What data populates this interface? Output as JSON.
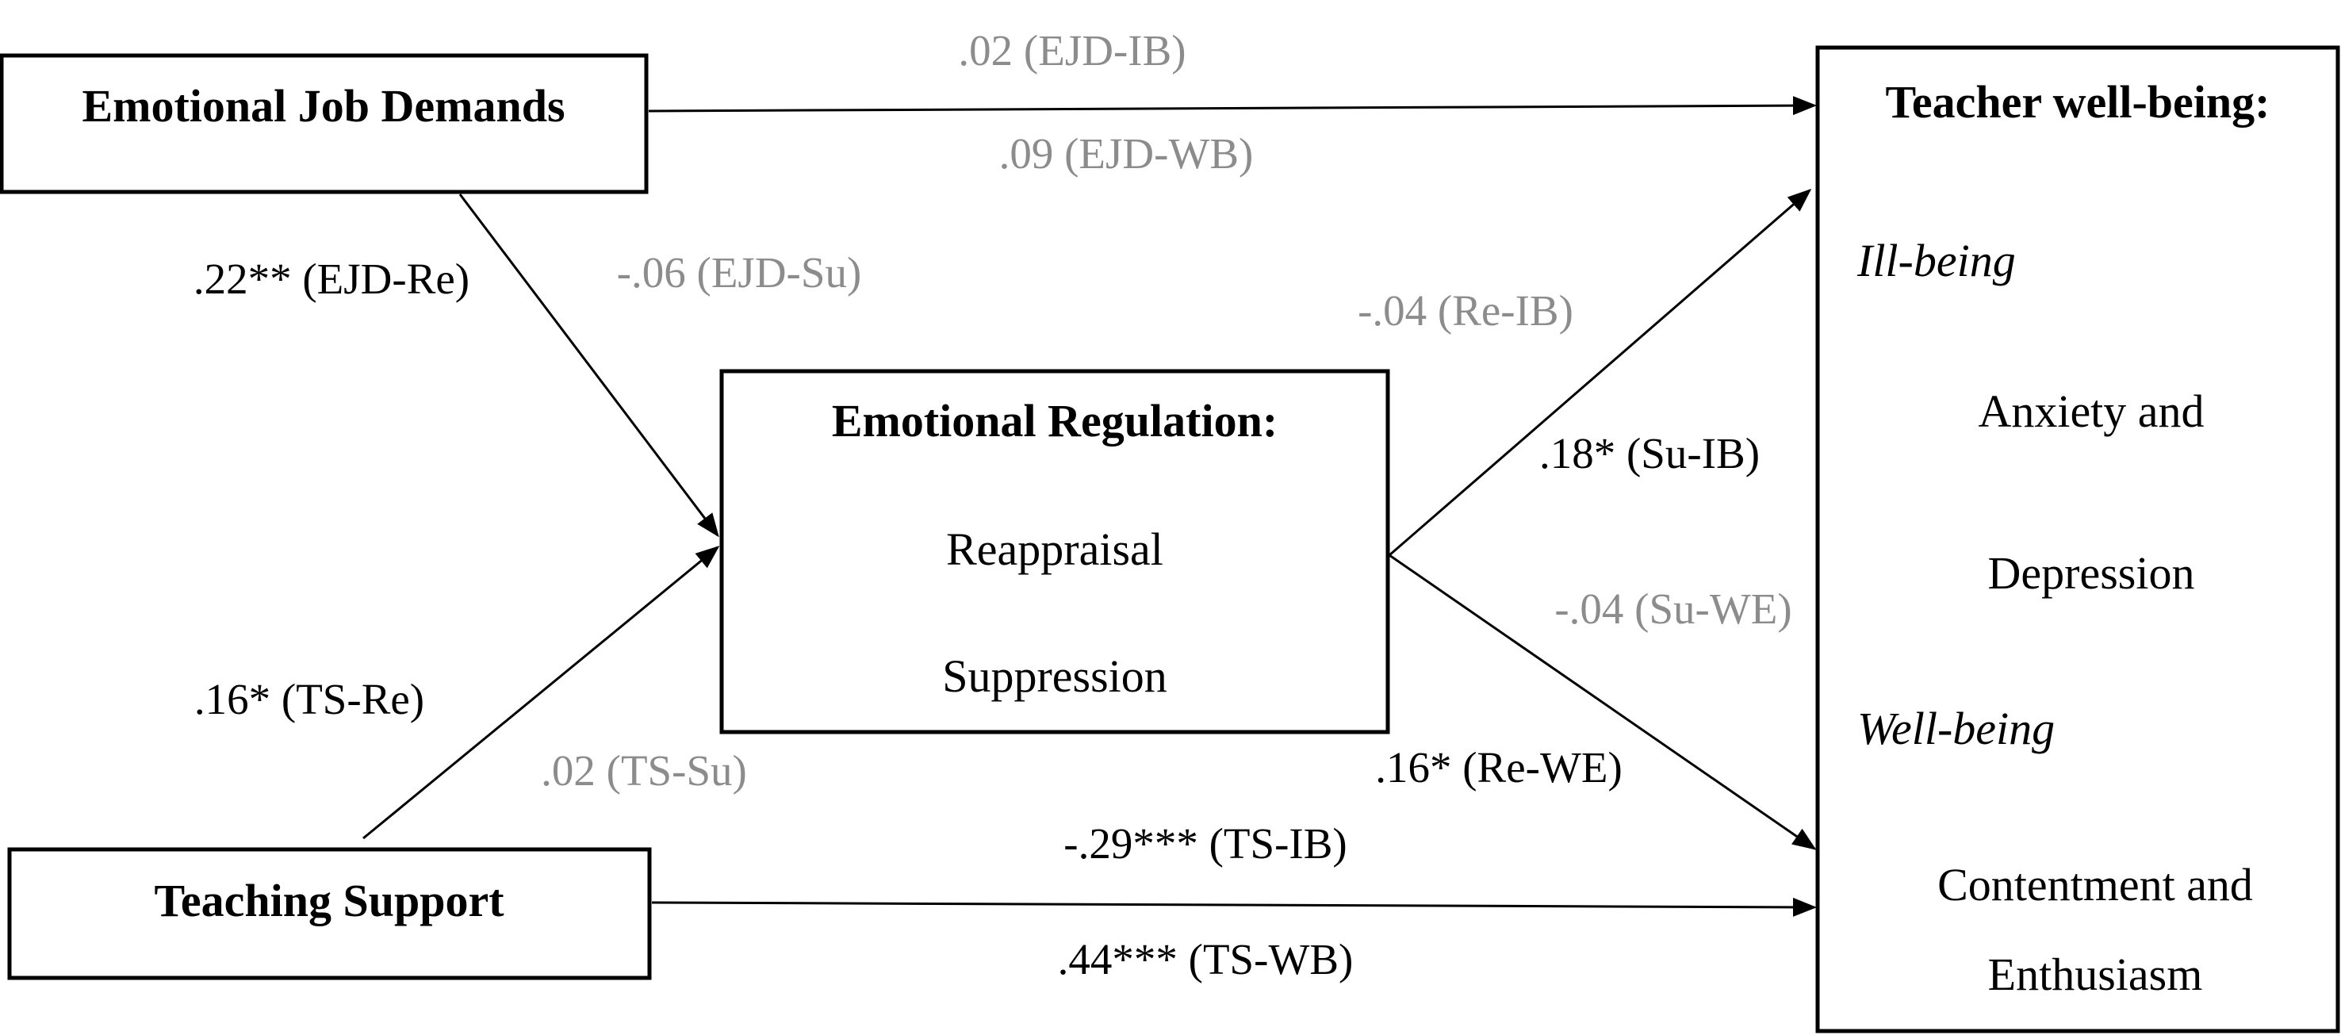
{
  "boxes": {
    "ejd": {
      "title": "Emotional Job Demands"
    },
    "ts": {
      "title": "Teaching Support"
    },
    "er": {
      "title": "Emotional Regulation:",
      "item1": "Reappraisal",
      "item2": "Suppression"
    },
    "wb": {
      "title": "Teacher well-being:",
      "ill_heading": "Ill-being",
      "ill_line1": "Anxiety and",
      "ill_line2": "Depression",
      "well_heading": "Well-being",
      "well_line1": "Contentment and",
      "well_line2": "Enthusiasm"
    }
  },
  "paths": {
    "ejd_ib": ".02 (EJD-IB)",
    "ejd_wb": ".09 (EJD-WB)",
    "ejd_re": ".22** (EJD-Re)",
    "ejd_su": "-.06 (EJD-Su)",
    "re_ib": "-.04 (Re-IB)",
    "su_ib": ".18* (Su-IB)",
    "su_we": "-.04 (Su-WE)",
    "ts_re": ".16* (TS-Re)",
    "ts_su": ".02 (TS-Su)",
    "re_we": ".16* (Re-WE)",
    "ts_ib": "-.29*** (TS-IB)",
    "ts_wb": ".44*** (TS-WB)"
  },
  "colors": {
    "significant": "#000000",
    "nonsignificant": "#8c8c8c"
  }
}
